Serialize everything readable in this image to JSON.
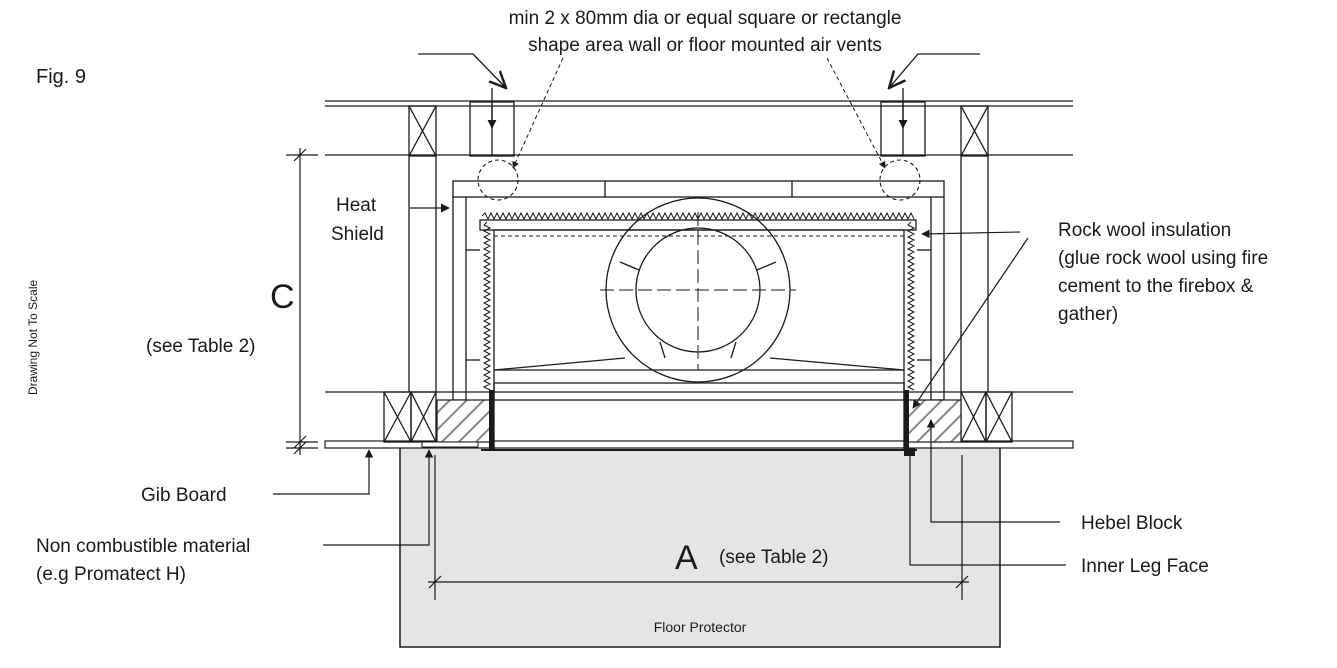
{
  "figure_label": "Fig. 9",
  "side_note": "Drawing Not To Scale",
  "vent_note": {
    "line1": "min 2 x 80mm dia or equal square or rectangle",
    "line2": "shape area wall or floor mounted air vents"
  },
  "heat_shield": {
    "line1": "Heat",
    "line2": "Shield"
  },
  "rock_wool": {
    "line1": "Rock wool insulation",
    "line2": "(glue rock wool using fire",
    "line3": "cement to the firebox &",
    "line4": "gather)"
  },
  "dim_c": {
    "letter": "C",
    "note": "(see Table 2)"
  },
  "dim_a": {
    "letter": "A",
    "note": "(see Table 2)"
  },
  "gib_board": "Gib Board",
  "non_combustible": {
    "line1": "Non combustible material",
    "line2": "(e.g Promatect H)"
  },
  "hebel_block": "Hebel Block",
  "inner_leg_face": "Inner Leg Face",
  "floor_protector": "Floor Protector",
  "colors": {
    "line": "#1a1a1a",
    "floor_protector_fill": "#e5e5e5",
    "hatch": "#777777",
    "wall_line": "#666666"
  }
}
